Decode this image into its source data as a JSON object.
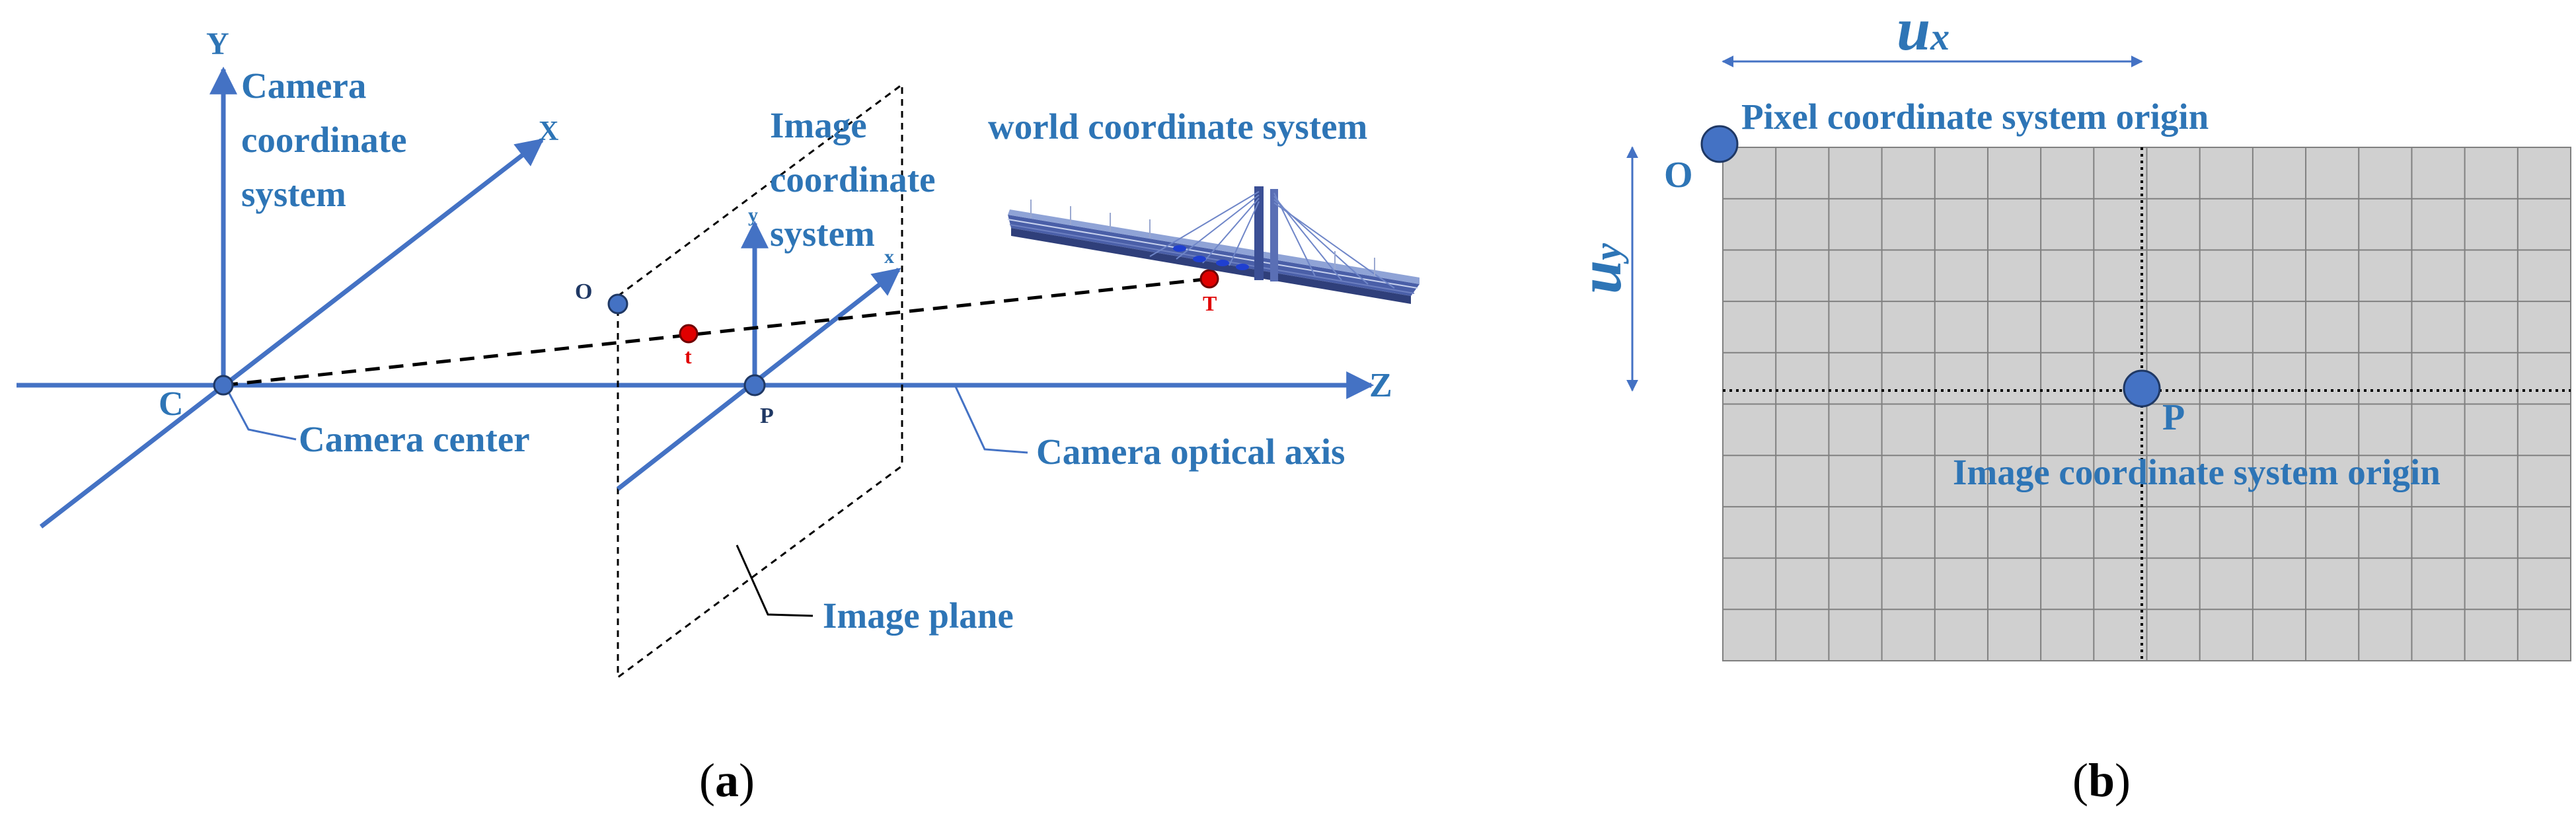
{
  "panel_a": {
    "label_y_axis": "Y",
    "label_x_axis": "X",
    "label_z_axis": "Z",
    "label_camera_coordinate_system": [
      "Camera",
      "coordinate",
      "system"
    ],
    "label_image_coordinate_system": [
      "Image",
      "coordinate",
      "system"
    ],
    "label_world_coordinate_system": "world coordinate system",
    "label_camera_center_point": "C",
    "label_camera_center": "Camera center",
    "label_camera_optical_axis": "Camera optical axis",
    "label_image_plane": "Image plane",
    "label_image_origin_o": "O",
    "label_principal_point": "P",
    "label_image_point": "t",
    "label_world_point": "T",
    "label_image_x": "x",
    "label_image_y": "y",
    "caption_open": "(",
    "caption_letter": "a",
    "caption_close": ")"
  },
  "panel_b": {
    "label_ux_main": "u",
    "label_ux_sub": "x",
    "label_uy_main": "u",
    "label_uy_sub": "y",
    "label_o": "O",
    "label_p": "P",
    "label_pixel_origin": "Pixel coordinate system origin",
    "label_image_origin": "Image coordinate system origin",
    "grid_columns": 16,
    "grid_rows": 10,
    "caption_open": "(",
    "caption_letter": "b",
    "caption_close": ")"
  },
  "colors": {
    "axis_blue": "#4472C4",
    "label_blue": "#2E75B6",
    "point_red": "#E00000",
    "grid_fill": "#D0D0D0",
    "grid_line": "#808080"
  }
}
